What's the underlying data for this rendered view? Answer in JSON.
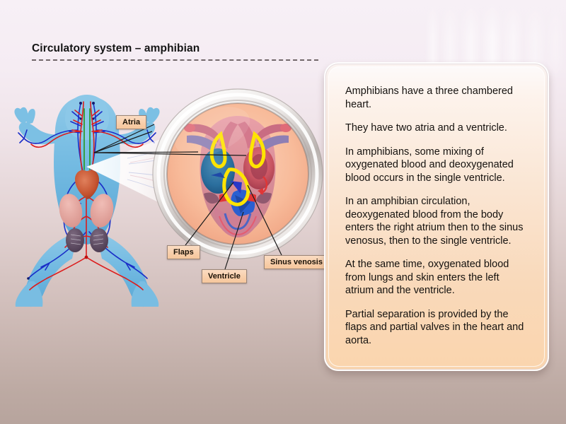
{
  "slide": {
    "title": "Circulatory system – amphibian",
    "background_top_color": "#f7f0f6",
    "background_bottom_color": "#b7a49d"
  },
  "text_panel": {
    "accent_color": "#f9d5af",
    "paragraphs": [
      "Amphibians have a three chambered heart.",
      "They have two atria and a ventricle.",
      "In amphibians, some mixing of oxygenated blood and deoxygenated blood occurs in the single ventricle.",
      "In an amphibian circulation, deoxygenated blood from the body enters the right atrium then to the sinus venosus, then to the single ventricle.",
      "At the same time, oxygenated blood from lungs and skin enters the left atrium and the ventricle.",
      "Partial separation is provided by the flaps and partial valves in the heart and aorta."
    ]
  },
  "diagram": {
    "frog": {
      "name": "frog-circulatory-anatomy",
      "body_color": "#6fb8e0",
      "artery_color": "#e02020",
      "vein_color": "#1a2ec8",
      "heart_color": "#c6502f",
      "lung_color": "#e6a8a0",
      "kidney_color": "#5e4a60"
    },
    "magnifier": {
      "name": "heart-magnifier",
      "ring_color": "#e9e6e4",
      "field_color": "#f6b898",
      "heart_tissue_color": "#d98f9a",
      "deoxygenated_color": "#2b6f9e",
      "oxygenated_color": "#d23a3a",
      "flap_color": "#ffe400"
    },
    "callouts": [
      {
        "id": "atria",
        "label": "Atria"
      },
      {
        "id": "flaps",
        "label": "Flaps"
      },
      {
        "id": "ventricle",
        "label": "Ventricle"
      },
      {
        "id": "sinus-venosis",
        "label": "Sinus venosis"
      }
    ]
  }
}
